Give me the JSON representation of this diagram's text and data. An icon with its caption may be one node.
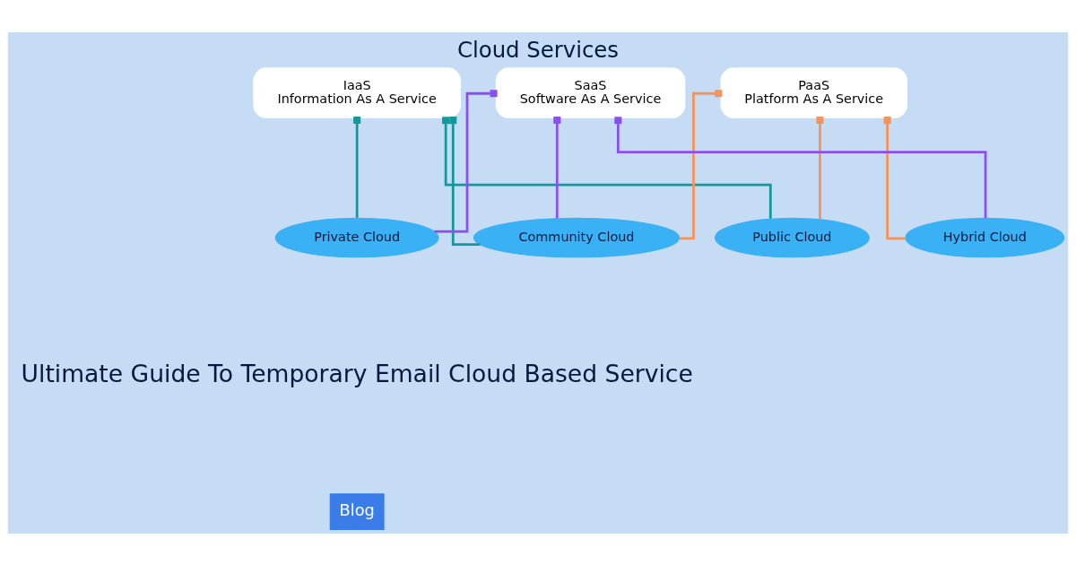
{
  "diagram": {
    "title": "Cloud Services",
    "nodes": [
      {
        "text": [
          "IaaS",
          "Information As A Service"
        ]
      },
      {
        "text": [
          "PaaS",
          "Platform As A Service"
        ]
      },
      {
        "text": [
          "SaaS",
          "Software As A Service"
        ]
      },
      {
        "text": [
          "Private Cloud"
        ]
      },
      {
        "text": [
          "Community Cloud"
        ]
      },
      {
        "text": [
          "Public Cloud"
        ]
      },
      {
        "text": [
          "Hybrid Cloud"
        ]
      }
    ],
    "edges": [
      {
        "from": 0,
        "to": 3,
        "arrow": "other",
        "color": "#12999b"
      },
      {
        "from": 0,
        "to": 4,
        "arrow": "other",
        "color": "#12999b"
      },
      {
        "from": 0,
        "to": 5,
        "arrow": "other",
        "color": "#12999b"
      },
      {
        "from": 1,
        "to": 4,
        "arrow": "other",
        "color": "#f4935a"
      },
      {
        "from": 1,
        "to": 5,
        "arrow": "other",
        "color": "#f4935a"
      },
      {
        "from": 1,
        "to": 6,
        "arrow": "other",
        "color": "#f4935a"
      },
      {
        "from": 2,
        "to": 3,
        "arrow": "other",
        "color": "#8b4ff0"
      },
      {
        "from": 2,
        "to": 4,
        "arrow": "other",
        "color": "#8b4ff0"
      },
      {
        "from": 2,
        "to": 6,
        "arrow": "other",
        "color": "#8b4ff0"
      }
    ],
    "labels": [
      "Ultimate Guide To Temporary Email Cloud Based Service",
      "Blog"
    ]
  }
}
